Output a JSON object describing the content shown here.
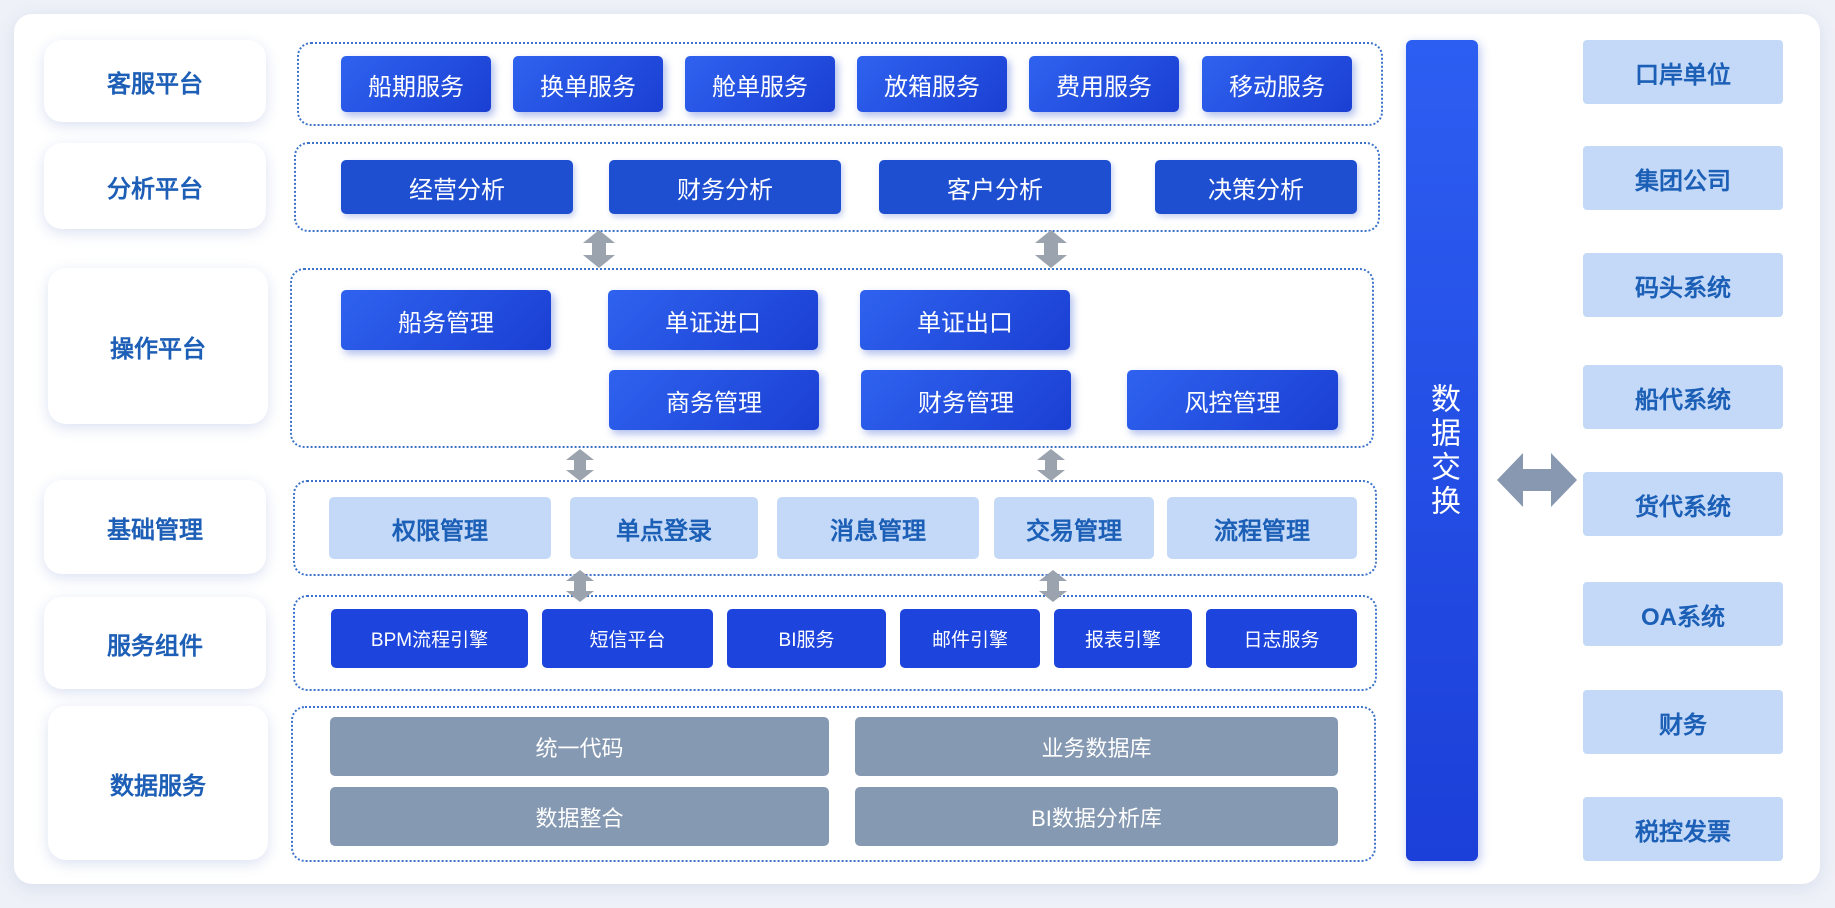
{
  "platforms": {
    "customer_service": "客服平台",
    "analysis": "分析平台",
    "operation": "操作平台",
    "foundation": "基础管理",
    "components": "服务组件",
    "data": "数据服务"
  },
  "customer_service_items": [
    "船期服务",
    "换单服务",
    "舱单服务",
    "放箱服务",
    "费用服务",
    "移动服务"
  ],
  "analysis_items": [
    "经营分析",
    "财务分析",
    "客户分析",
    "决策分析"
  ],
  "operation_items": [
    "船务管理",
    "单证进口",
    "单证出口",
    "商务管理",
    "财务管理",
    "风控管理"
  ],
  "foundation_items": [
    "权限管理",
    "单点登录",
    "消息管理",
    "交易管理",
    "流程管理"
  ],
  "component_items": [
    "BPM流程引擎",
    "短信平台",
    "BI服务",
    "邮件引擎",
    "报表引擎",
    "日志服务"
  ],
  "data_items": [
    "统一代码",
    "业务数据库",
    "数据整合",
    "BI数据分析库"
  ],
  "exchange_label": "数据交换",
  "external_systems": [
    "口岸单位",
    "集团公司",
    "码头系统",
    "船代系统",
    "货代系统",
    "OA系统",
    "财务",
    "税控发票"
  ],
  "colors": {
    "primary_blue": "#2a5bea",
    "label_text": "#1d5fb6",
    "light_blue": "#c4d9f8",
    "gray": "#8699b2",
    "connector_gray": "#9aa3ae",
    "arrow_gray": "#8898b1"
  },
  "icons": {
    "vertical_connector": "double-arrow-vertical-icon",
    "exchange_connector": "double-arrow-horizontal-icon"
  }
}
